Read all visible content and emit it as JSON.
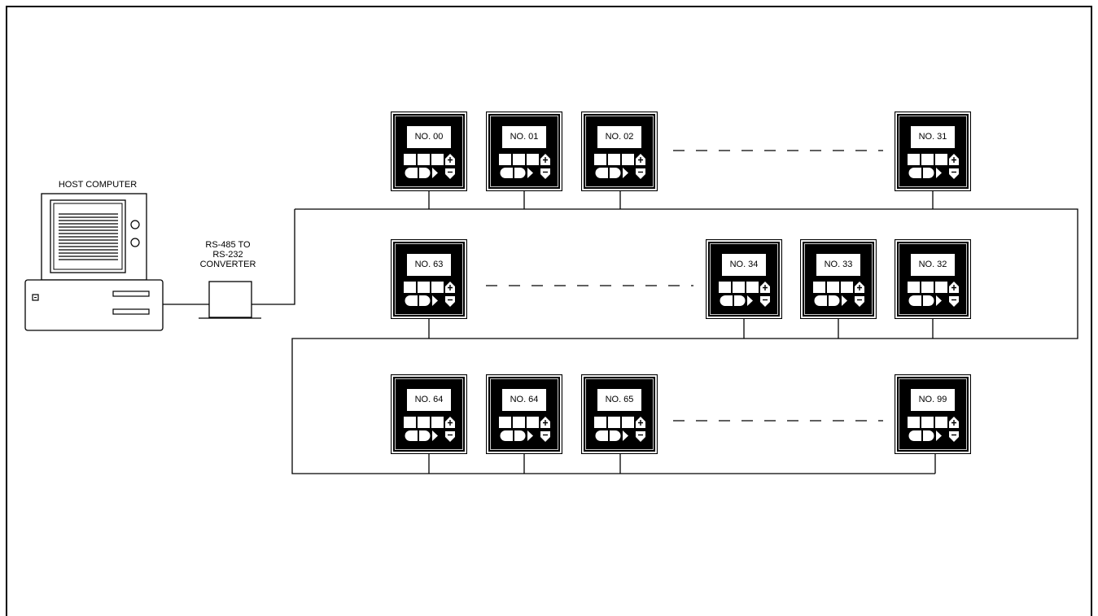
{
  "host": {
    "label": "HOST COMPUTER"
  },
  "converter": {
    "label_lines": [
      "RS-485 TO",
      "RS-232",
      "CONVERTER"
    ]
  },
  "rows": [
    {
      "devices": [
        "NO. 00",
        "NO. 01",
        "NO. 02",
        "NO. 31"
      ]
    },
    {
      "devices": [
        "NO. 63",
        "NO. 34",
        "NO. 33",
        "NO. 32"
      ]
    },
    {
      "devices": [
        "NO. 64",
        "NO. 64",
        "NO. 65",
        "NO. 99"
      ]
    }
  ],
  "colors": {
    "line": "#000000",
    "device_body": "#000000",
    "background": "#ffffff"
  }
}
